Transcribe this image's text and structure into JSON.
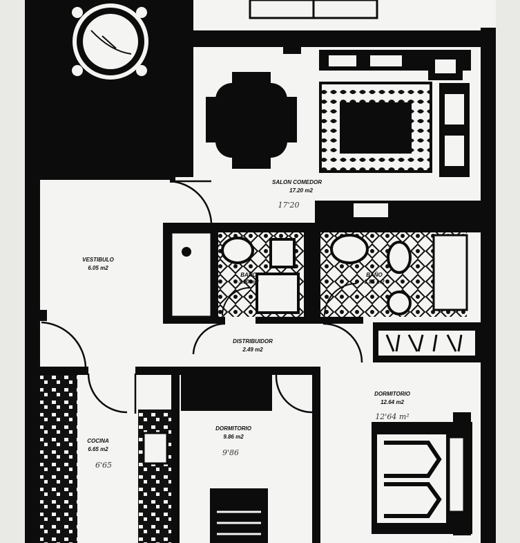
{
  "rooms": {
    "salon": {
      "name": "SALON COMEDOR",
      "area": "17.20 m2",
      "note": "17'20"
    },
    "vestibulo": {
      "name": "VESTIBULO",
      "area": "6.05 m2"
    },
    "bano1": {
      "name": "BAÑO",
      "area": "3.90 m2"
    },
    "bano2": {
      "name": "BAÑO",
      "area": "3.85 m2"
    },
    "distribuidor": {
      "name": "DISTRIBUIDOR",
      "area": "2.49 m2"
    },
    "cocina": {
      "name": "COCINA",
      "area": "6.65 m2",
      "note": "6'65"
    },
    "dormitorio1": {
      "name": "DORMITORIO",
      "area": "9.86 m2",
      "note": "9'86"
    },
    "dormitorio2": {
      "name": "DORMITORIO",
      "area": "12.64 m2",
      "note": "12'64 m²"
    }
  },
  "colors": {
    "ink": "#0c0c0c",
    "paper": "#f4f4f2",
    "photo_margin": "#e9e9e6"
  }
}
